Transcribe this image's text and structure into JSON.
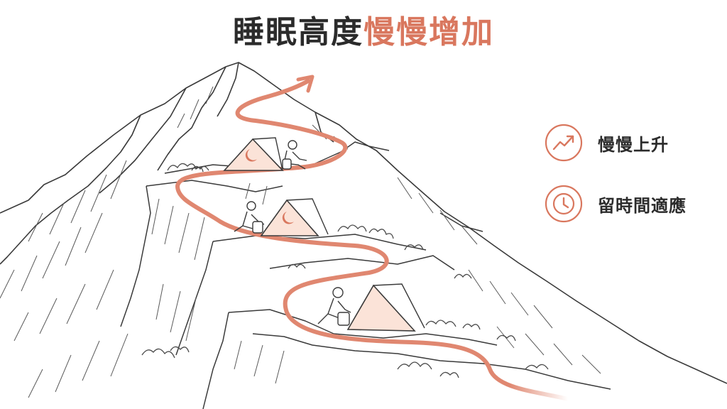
{
  "title": {
    "part1": "睡眠高度",
    "part2": "慢慢增加"
  },
  "legend": [
    {
      "icon": "trend-up-icon",
      "label": "慢慢上升"
    },
    {
      "icon": "clock-icon",
      "label": "留時間適應"
    }
  ],
  "colors": {
    "accent": "#d9775e",
    "ink": "#2b2b2b",
    "line": "#444444"
  }
}
